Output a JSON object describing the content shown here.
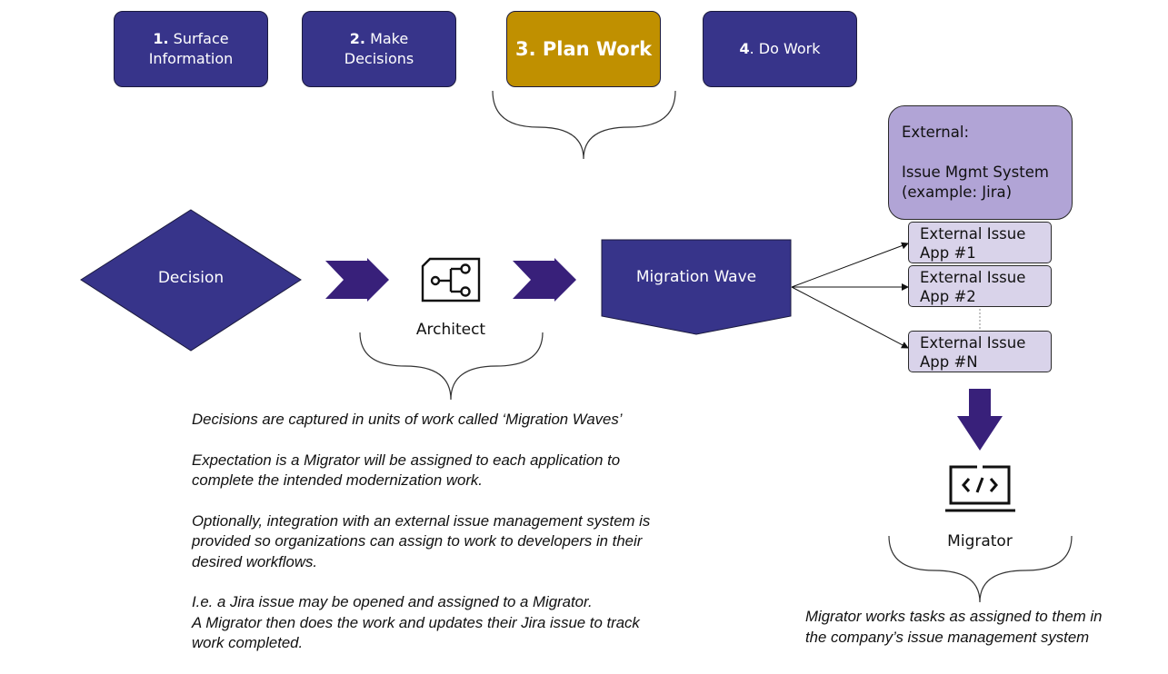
{
  "steps": [
    {
      "num": "1.",
      "text": "Surface",
      "text2": "Information"
    },
    {
      "num": "2.",
      "text": "Make",
      "text2": "Decisions"
    },
    {
      "label": "3. Plan Work"
    },
    {
      "num": "4",
      "text": ". Do Work"
    }
  ],
  "flow": {
    "decision_label": "Decision",
    "architect_label": "Architect",
    "wave_label": "Migration Wave"
  },
  "external": {
    "line1": "External:",
    "line2": "Issue Mgmt System",
    "line3": "(example: Jira)"
  },
  "apps": [
    {
      "line1": "External Issue",
      "line2": "App #1"
    },
    {
      "line1": "External Issue",
      "line2": "App #2"
    },
    {
      "line1": "External Issue",
      "line2": "App #N"
    }
  ],
  "migrator": {
    "label": "Migrator",
    "caption_line1": "Migrator works tasks as assigned to them in",
    "caption_line2": "the company’s issue management system"
  },
  "notes": {
    "p1": "Decisions are captured in units of work called ‘Migration Waves’",
    "p2_line1": "Expectation is a Migrator will be assigned to each application to",
    "p2_line2": "complete the intended modernization work.",
    "p3_line1": "Optionally, integration with an external issue management system is",
    "p3_line2": "provided so organizations can assign to work to developers in their",
    "p3_line3": "desired workflows.",
    "p4_line1": "I.e. a Jira issue may be opened and assigned to a Migrator.",
    "p4_line2": "A Migrator then does the work and updates their Jira issue to track",
    "p4_line3": "work completed."
  },
  "colors": {
    "primary": "#37348a",
    "active": "#c09000",
    "external_box": "#b1a4d6",
    "app_box": "#d9d3ea"
  },
  "icons": {
    "architect": "blueprint-icon",
    "migrator": "code-laptop-icon"
  }
}
